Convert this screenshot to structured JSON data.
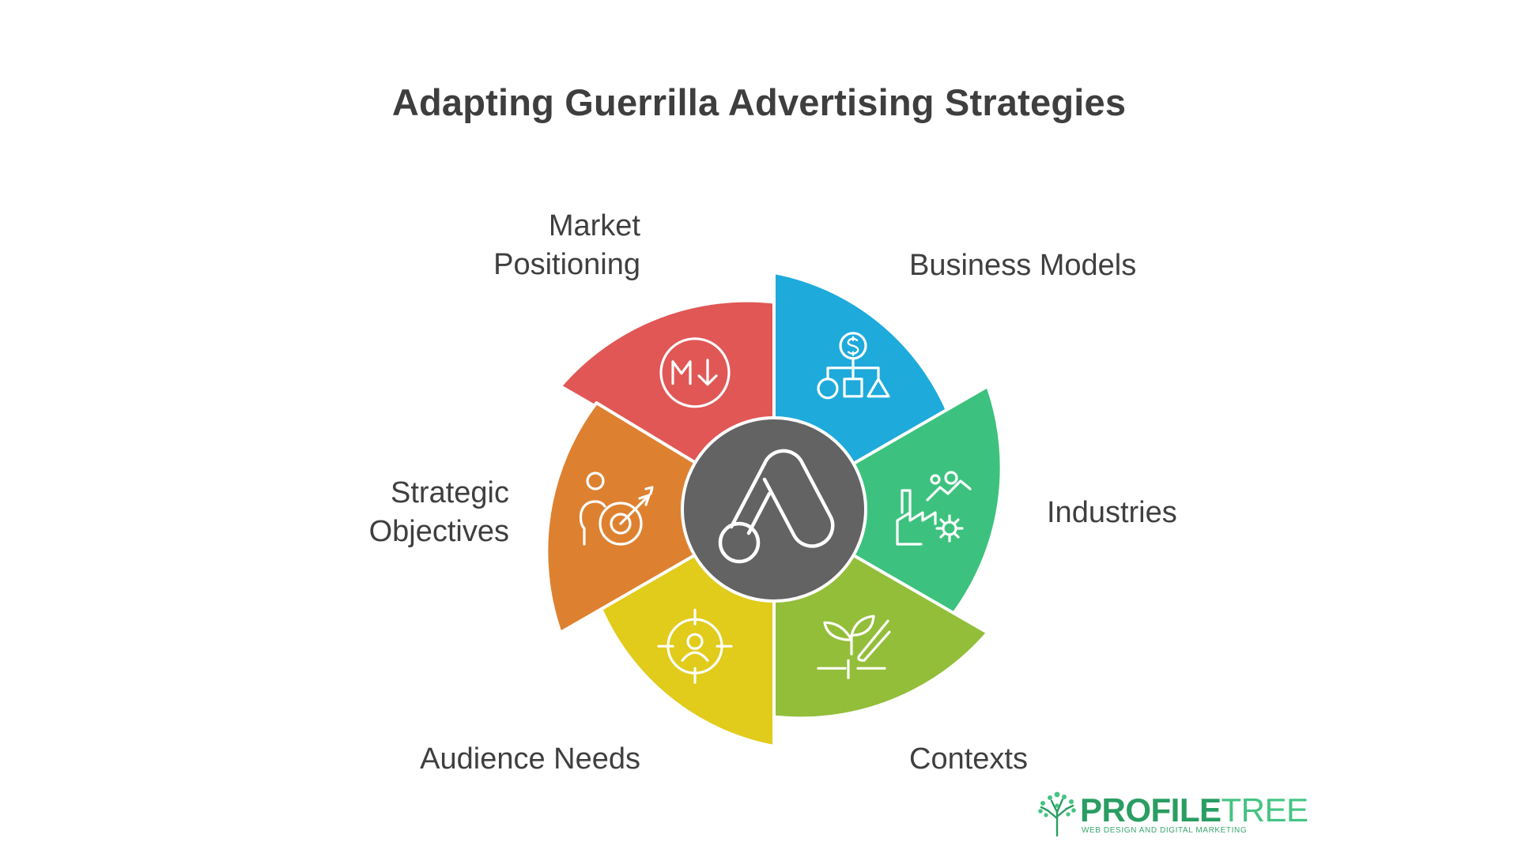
{
  "title": "Adapting Guerrilla Advertising Strategies",
  "center": {
    "icon": "google-ads-logo-icon",
    "color": "#636363"
  },
  "segments": [
    {
      "id": "market-positioning",
      "lines": [
        "Market",
        "Positioning"
      ],
      "color": "#e05755",
      "icon": "markdown-circle-icon"
    },
    {
      "id": "business-models",
      "lines": [
        "Business Models"
      ],
      "color": "#1eaadb",
      "icon": "dollar-org-chart-icon"
    },
    {
      "id": "industries",
      "lines": [
        "Industries"
      ],
      "color": "#3cc27e",
      "icon": "factory-gear-icon"
    },
    {
      "id": "contexts",
      "lines": [
        "Contexts"
      ],
      "color": "#93be3a",
      "icon": "plant-growth-icon"
    },
    {
      "id": "audience-needs",
      "lines": [
        "Audience Needs"
      ],
      "color": "#e1cb1b",
      "icon": "user-target-icon"
    },
    {
      "id": "strategic-objectives",
      "lines": [
        "Strategic",
        "Objectives"
      ],
      "color": "#dd8131",
      "icon": "person-target-icon"
    }
  ],
  "logo": {
    "name_bold": "PROFILE",
    "name_light": "TREE",
    "tagline": "WEB DESIGN AND DIGITAL MARKETING"
  }
}
